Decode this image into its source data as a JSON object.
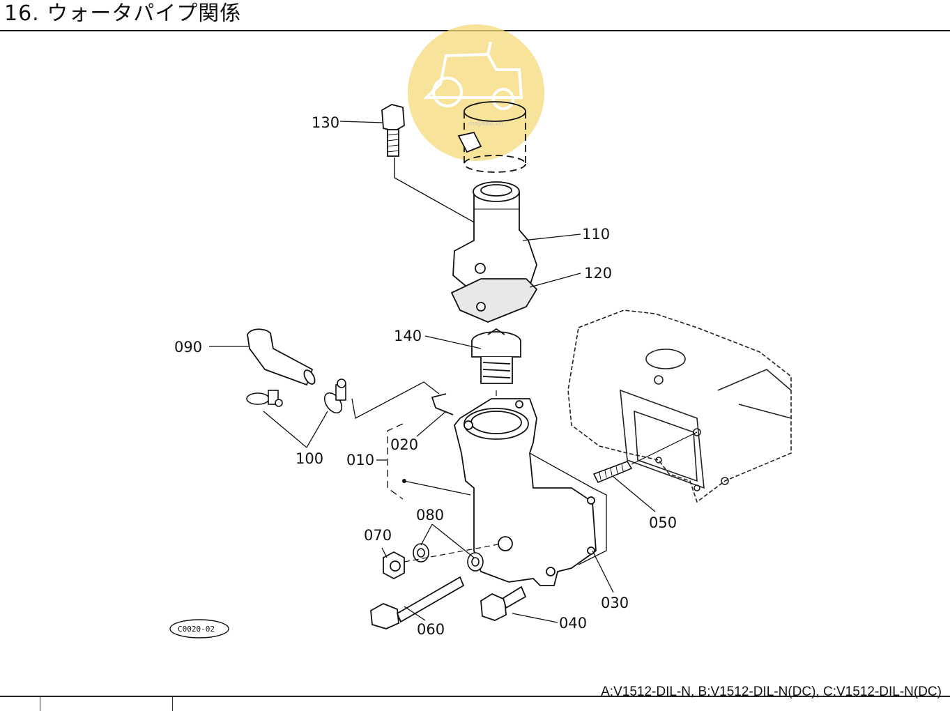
{
  "header": {
    "title": "16. ウォータパイプ関係"
  },
  "footer": {
    "models": "A:V1512-DIL-N,  B:V1512-DIL-N(DC),  C:V1512-DIL-N(DC)"
  },
  "figure": {
    "code": "C0020-02",
    "parts": [
      "130",
      "110",
      "120",
      "140",
      "090",
      "020",
      "010",
      "100",
      "050",
      "080",
      "070",
      "030",
      "060",
      "040"
    ]
  },
  "watermark": {
    "text": "maykeo.vn",
    "color": "#f5d97a",
    "icon": "tractor-icon"
  }
}
